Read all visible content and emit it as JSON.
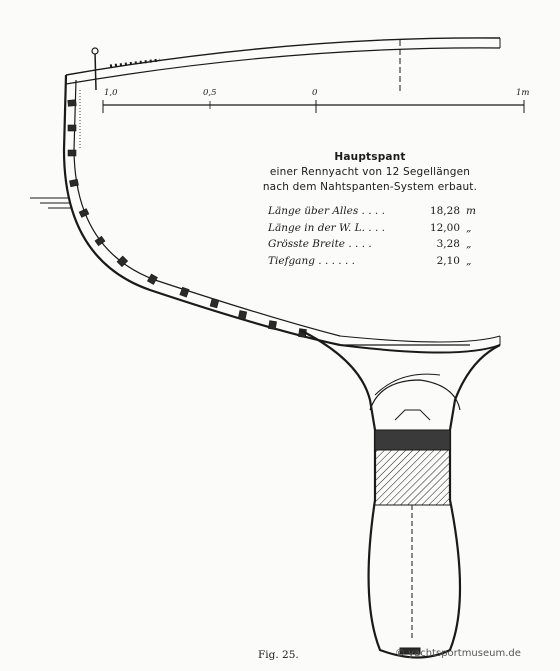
{
  "title": {
    "line1": "Hauptspant",
    "line2": "einer Rennyacht von 12 Segellängen",
    "line3": "nach dem Nahtspanten-System erbaut."
  },
  "specs": [
    {
      "label": "Länge über Alles  .  .  .  .",
      "value": "18,28",
      "unit": "m"
    },
    {
      "label": "Länge in der W. L.  .  .  .",
      "value": "12,00",
      "unit": "„"
    },
    {
      "label": "Grösste Breite  .  .  .  .",
      "value": "3,28",
      "unit": "„"
    },
    {
      "label": "Tiefgang  .  .  .  .  .  .",
      "value": "2,10",
      "unit": "„"
    }
  ],
  "scale": {
    "labels": [
      "1,0",
      "0,5",
      "0",
      "1m"
    ]
  },
  "figure_label": "Fig. 25.",
  "watermark": "© yachtsportmuseum.de"
}
